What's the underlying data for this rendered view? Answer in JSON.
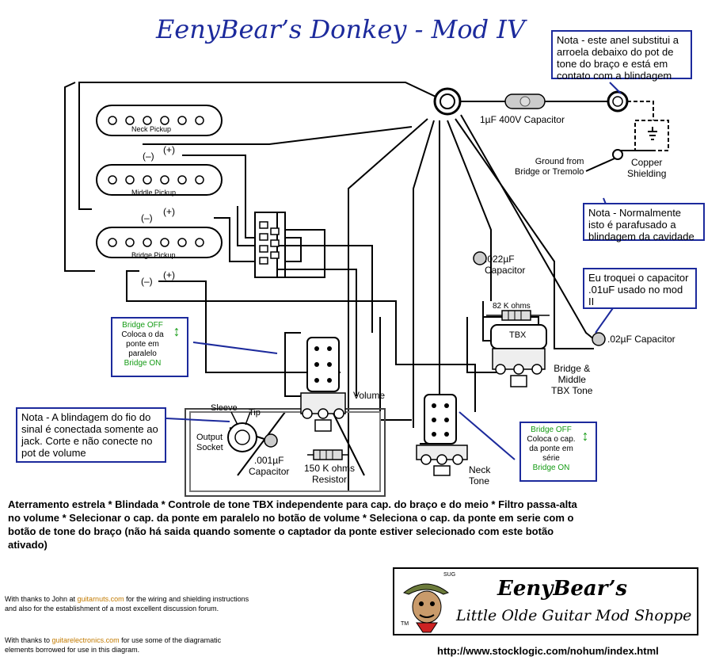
{
  "title": "EenyBear’s Donkey - Mod IV",
  "pickups": {
    "neck": "Neck Pickup",
    "middle": "Middle Pickup",
    "bridge": "Bridge Pickup",
    "minus": "(–)",
    "plus": "(+)"
  },
  "components": {
    "cap_1uf": "1µF 400V Capacitor",
    "ground_bridge": "Ground from\nBridge or Tremolo",
    "copper": "Copper\nShielding",
    "cap_022": ".022µF\nCapacitor",
    "res_82k": "82 K ohms",
    "tbx": "TBX",
    "tbx_label": "Bridge &\nMiddle\nTBX Tone",
    "cap_02": ".02µF Capacitor",
    "volume": "Volume",
    "neck_tone": "Neck\nTone",
    "sleeve": "Sleeve",
    "tip": "Tip",
    "output_socket": "Output\nSocket",
    "cap_001": ".001µF\nCapacitor",
    "res_150k": "150 K ohms\nResistor"
  },
  "notes": {
    "ring": "Nota - este anel substitui a arroela debaixo do pot de tone do braço e está em contato com a blindagem",
    "screw": "Nota - Normalmente isto é parafusado a blindagem da cavidade",
    "cap_swap": "Eu troquei o capacitor .01uF usado no mod II",
    "shield": "Nota - A blindagem do fio do sinal é conectada somente ao jack. Corte e não conecte no pot de volume"
  },
  "switch_notes": {
    "left": {
      "off": "Bridge OFF",
      "text": "Coloca o da ponte em paralelo",
      "on": "Bridge ON"
    },
    "right": {
      "off": "Bridge OFF",
      "text": "Coloca o cap. da ponte em série",
      "on": "Bridge ON"
    }
  },
  "description": "Aterramento estrela * Blindada * Controle de tone TBX independente para cap. do braço e do meio * Filtro passa-alta no volume * Selecionar o cap. da ponte em paralelo no botão de volume * Seleciona o cap. da ponte em serie com o botão de tone do braço (não há saida quando somente o captador da ponte estiver selecionado com este botão ativado)",
  "thanks": {
    "a1": "With thanks to John at ",
    "a_link": "guitarnuts.com",
    "a2": " for the wiring and shielding instructions and also for the establishment of a most excellent discussion forum.",
    "b1": "With thanks to ",
    "b_link": "guitarelectronics.com",
    "b2": " for use some of the diagramatic elements borrowed for use in this diagram."
  },
  "logo": {
    "line1": "EenyBear’s",
    "line2": "Little Olde Guitar Mod Shoppe",
    "sig": "SUG",
    "tm": "TM"
  },
  "url": "http://www.stocklogic.com/nohum/index.html",
  "colors": {
    "title": "#1c2a9c",
    "note_border": "#1c2a9c",
    "switch_text": "#149b14",
    "link": "#c27a00"
  }
}
